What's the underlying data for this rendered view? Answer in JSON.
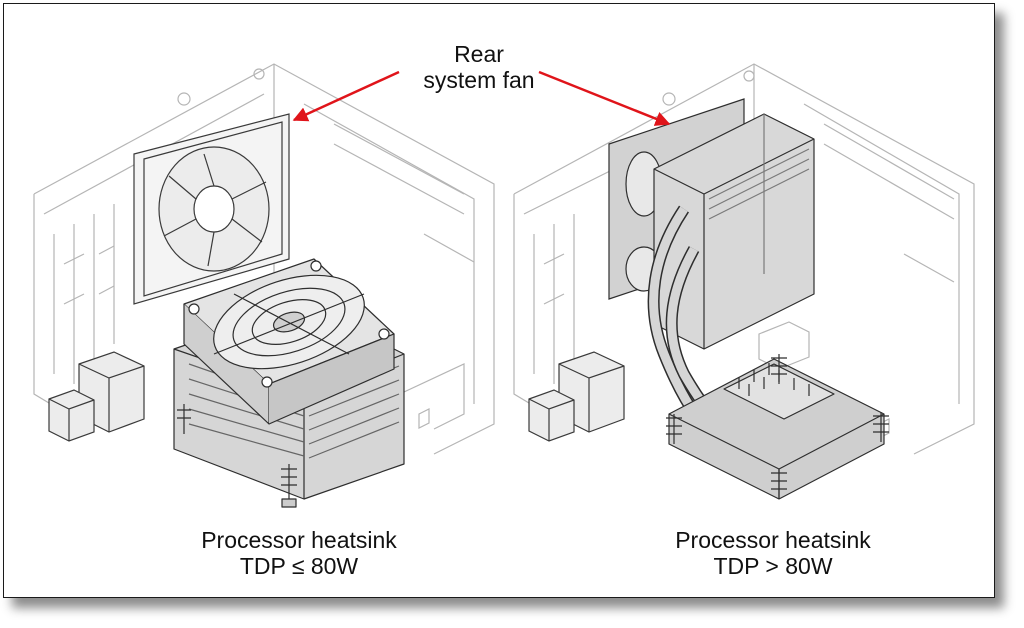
{
  "callout": {
    "line1": "Rear",
    "line2": "system fan"
  },
  "captions": {
    "left": {
      "line1": "Processor heatsink",
      "line2": "TDP ≤ 80W"
    },
    "right": {
      "line1": "Processor heatsink",
      "line2": "TDP > 80W"
    }
  },
  "colors": {
    "arrow": "#e0141a",
    "line_art": "#3a3a3a",
    "part_fill": "#d9d9d9",
    "chassis": "#bfbfbf"
  },
  "icons": [
    "rear-fan-illustration",
    "air-cooled-heatsink-illustration",
    "tower-heatpipe-heatsink-illustration"
  ]
}
